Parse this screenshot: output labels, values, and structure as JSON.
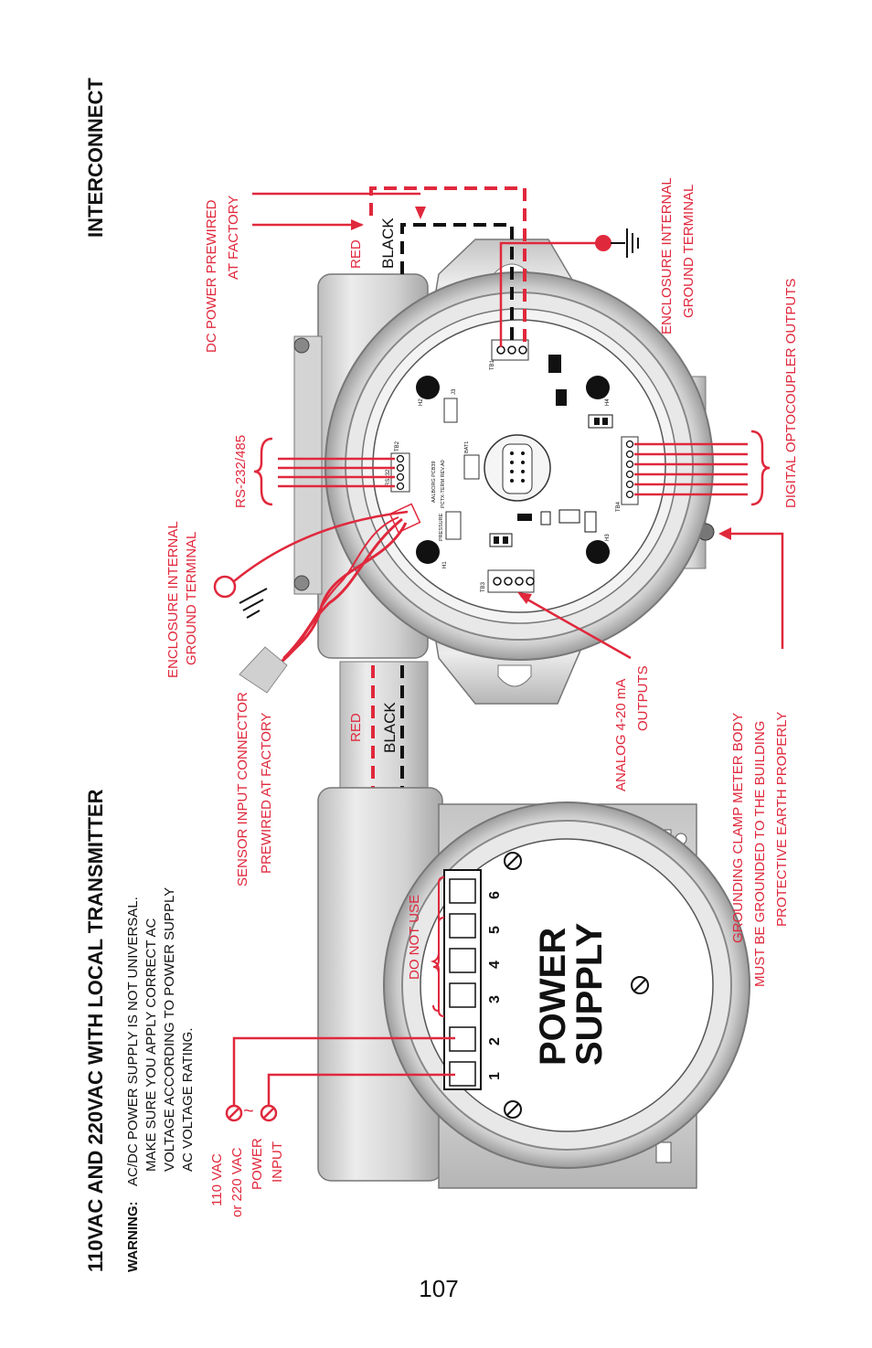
{
  "page_number": "107",
  "titles": {
    "interconnect": "INTERCONNECT",
    "main": "110VAC AND 220VAC WITH LOCAL TRANSMITTER"
  },
  "warning": {
    "label": "WARNING:",
    "lines": [
      "AC/DC POWER SUPPLY IS NOT UNIVERSAL.",
      "MAKE SURE YOU APPLY CORRECT AC",
      "VOLTAGE ACCORDING TO POWER SUPPLY",
      "AC VOLTAGE RATING."
    ]
  },
  "power_input": {
    "lines": [
      "110 VAC",
      "or 220 VAC",
      "POWER",
      "INPUT"
    ],
    "symbol": "~"
  },
  "power_supply": {
    "label_line1": "POWER",
    "label_line2": "SUPPLY",
    "terminals": [
      "1",
      "2",
      "3",
      "4",
      "5",
      "6"
    ],
    "do_not_use": "DO NOT USE"
  },
  "conduit": {
    "red": "RED",
    "black": "BLACK"
  },
  "labels": {
    "sensor_connector": [
      "SENSOR INPUT CONNECTOR",
      "PREWIRED AT FACTORY"
    ],
    "ground_left": [
      "ENCLOSURE INTERNAL",
      "GROUND TERMINAL"
    ],
    "rs": "RS-232/485",
    "dc_power": [
      "DC POWER PREWIRED",
      "AT FACTORY"
    ],
    "ground_right": [
      "ENCLOSURE INTERNAL",
      "GROUND TERMINAL"
    ],
    "digital": "DIGITAL OPTOCOUPLER OUTPUTS",
    "analog": [
      "ANALOG 4-20 mA",
      "OUTPUTS"
    ],
    "grounding": [
      "GROUNDING CLAMP METER BODY",
      "MUST BE GROUNDED TO THE BUILDING",
      "PROTECTIVE EARTH PROPERLY"
    ]
  },
  "pcb": {
    "tb1": "TB1",
    "tb2": "TB2",
    "tb3": "TB3",
    "tb4": "TB4",
    "j2": "PRESSURE",
    "j3": "J3",
    "rs232": "RS232",
    "h1": "H1",
    "h2": "H2",
    "h3": "H3",
    "h4": "H4",
    "bat": "BAT1",
    "board": "AALBORG PCB39",
    "board_rev": "PCTX-TERM REV.A0"
  },
  "colors": {
    "accent_red": "#e0283c",
    "black": "#111111",
    "metal": "#d8d8d8"
  }
}
